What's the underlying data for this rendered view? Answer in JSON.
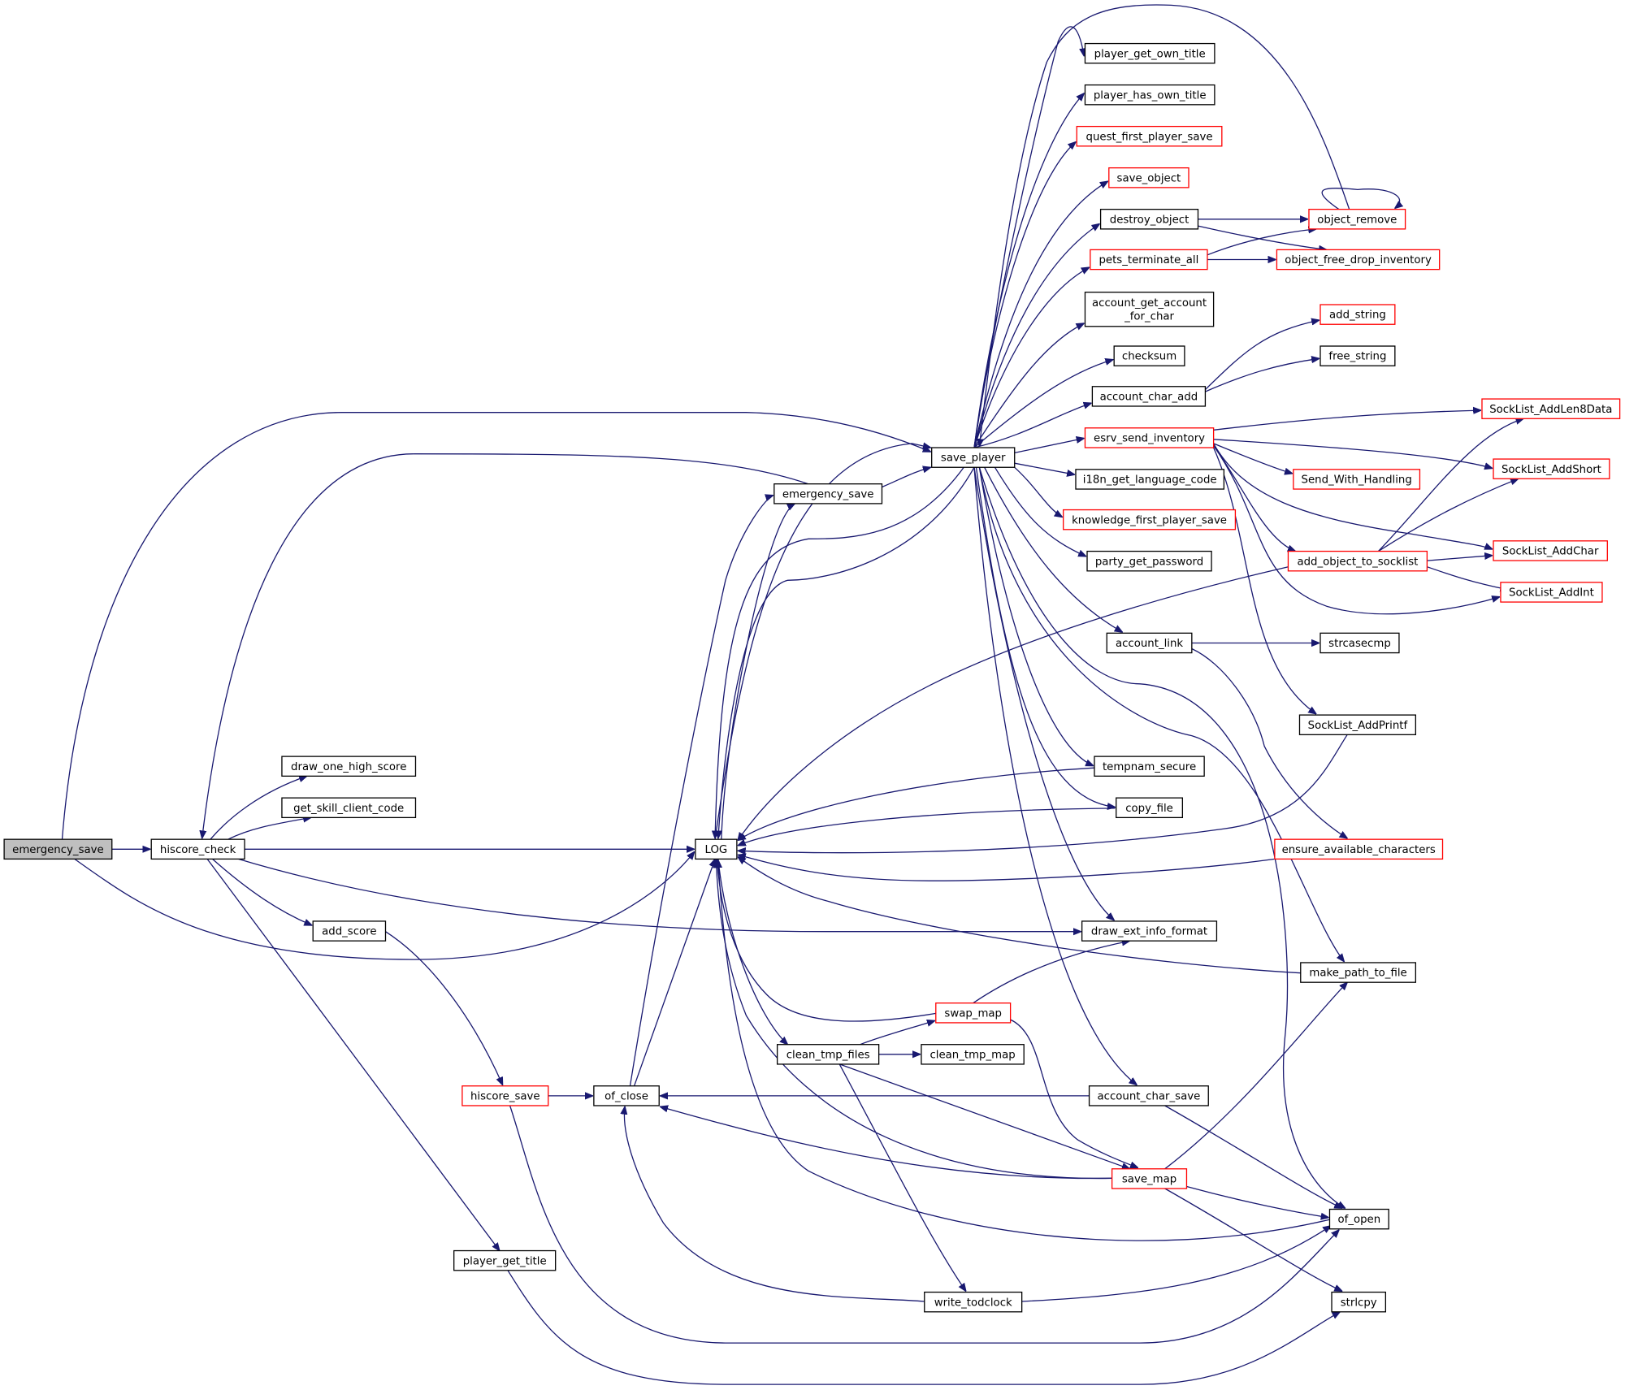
{
  "graph": {
    "edge_color": "#191970",
    "node_border_default": "#000000",
    "node_border_red": "#ff0000",
    "root_fill": "#bfbfbf",
    "nodes": [
      {
        "id": "root",
        "lines": [
          "emergency_save"
        ],
        "style": "root"
      },
      {
        "id": "hiscore_check",
        "lines": [
          "hiscore_check"
        ],
        "style": "black"
      },
      {
        "id": "draw_one_high_score",
        "lines": [
          "draw_one_high_score"
        ],
        "style": "black"
      },
      {
        "id": "get_skill_client_code",
        "lines": [
          "get_skill_client_code"
        ],
        "style": "black"
      },
      {
        "id": "add_score",
        "lines": [
          "add_score"
        ],
        "style": "black"
      },
      {
        "id": "hiscore_save",
        "lines": [
          "hiscore_save"
        ],
        "style": "red"
      },
      {
        "id": "player_get_title",
        "lines": [
          "player_get_title"
        ],
        "style": "black"
      },
      {
        "id": "of_close",
        "lines": [
          "of_close"
        ],
        "style": "black"
      },
      {
        "id": "LOG",
        "lines": [
          "LOG"
        ],
        "style": "black"
      },
      {
        "id": "emergency_save2",
        "lines": [
          "emergency_save"
        ],
        "style": "black"
      },
      {
        "id": "save_player",
        "lines": [
          "save_player"
        ],
        "style": "black"
      },
      {
        "id": "clean_tmp_files",
        "lines": [
          "clean_tmp_files"
        ],
        "style": "black"
      },
      {
        "id": "clean_tmp_map",
        "lines": [
          "clean_tmp_map"
        ],
        "style": "black"
      },
      {
        "id": "swap_map",
        "lines": [
          "swap_map"
        ],
        "style": "red"
      },
      {
        "id": "write_todclock",
        "lines": [
          "write_todclock"
        ],
        "style": "black"
      },
      {
        "id": "player_get_own_title",
        "lines": [
          "player_get_own_title"
        ],
        "style": "black"
      },
      {
        "id": "player_has_own_title",
        "lines": [
          "player_has_own_title"
        ],
        "style": "black"
      },
      {
        "id": "quest_first_player_save",
        "lines": [
          "quest_first_player_save"
        ],
        "style": "red"
      },
      {
        "id": "save_object",
        "lines": [
          "save_object"
        ],
        "style": "red"
      },
      {
        "id": "destroy_object",
        "lines": [
          "destroy_object"
        ],
        "style": "black"
      },
      {
        "id": "pets_terminate_all",
        "lines": [
          "pets_terminate_all"
        ],
        "style": "red"
      },
      {
        "id": "account_get_account_for_char",
        "lines": [
          "account_get_account",
          "_for_char"
        ],
        "style": "black"
      },
      {
        "id": "checksum",
        "lines": [
          "checksum"
        ],
        "style": "black"
      },
      {
        "id": "account_char_add",
        "lines": [
          "account_char_add"
        ],
        "style": "black"
      },
      {
        "id": "esrv_send_inventory",
        "lines": [
          "esrv_send_inventory"
        ],
        "style": "red"
      },
      {
        "id": "i18n_get_language_code",
        "lines": [
          "i18n_get_language_code"
        ],
        "style": "black"
      },
      {
        "id": "knowledge_first_player_save",
        "lines": [
          "knowledge_first_player_save"
        ],
        "style": "red"
      },
      {
        "id": "party_get_password",
        "lines": [
          "party_get_password"
        ],
        "style": "black"
      },
      {
        "id": "account_link",
        "lines": [
          "account_link"
        ],
        "style": "black"
      },
      {
        "id": "tempnam_secure",
        "lines": [
          "tempnam_secure"
        ],
        "style": "black"
      },
      {
        "id": "copy_file",
        "lines": [
          "copy_file"
        ],
        "style": "black"
      },
      {
        "id": "draw_ext_info_format",
        "lines": [
          "draw_ext_info_format"
        ],
        "style": "black"
      },
      {
        "id": "account_char_save",
        "lines": [
          "account_char_save"
        ],
        "style": "black"
      },
      {
        "id": "save_map",
        "lines": [
          "save_map"
        ],
        "style": "red"
      },
      {
        "id": "object_remove",
        "lines": [
          "object_remove"
        ],
        "style": "red"
      },
      {
        "id": "object_free_drop_inventory",
        "lines": [
          "object_free_drop_inventory"
        ],
        "style": "red"
      },
      {
        "id": "add_string",
        "lines": [
          "add_string"
        ],
        "style": "red"
      },
      {
        "id": "free_string",
        "lines": [
          "free_string"
        ],
        "style": "black"
      },
      {
        "id": "SockList_AddLen8Data",
        "lines": [
          "SockList_AddLen8Data"
        ],
        "style": "red"
      },
      {
        "id": "SockList_AddShort",
        "lines": [
          "SockList_AddShort"
        ],
        "style": "red"
      },
      {
        "id": "Send_With_Handling",
        "lines": [
          "Send_With_Handling"
        ],
        "style": "red"
      },
      {
        "id": "SockList_AddChar",
        "lines": [
          "SockList_AddChar"
        ],
        "style": "red"
      },
      {
        "id": "add_object_to_socklist",
        "lines": [
          "add_object_to_socklist"
        ],
        "style": "red"
      },
      {
        "id": "SockList_AddInt",
        "lines": [
          "SockList_AddInt"
        ],
        "style": "red"
      },
      {
        "id": "strcasecmp",
        "lines": [
          "strcasecmp"
        ],
        "style": "black"
      },
      {
        "id": "SockList_AddPrintf",
        "lines": [
          "SockList_AddPrintf"
        ],
        "style": "black"
      },
      {
        "id": "ensure_available_characters",
        "lines": [
          "ensure_available_characters"
        ],
        "style": "red"
      },
      {
        "id": "make_path_to_file",
        "lines": [
          "make_path_to_file"
        ],
        "style": "black"
      },
      {
        "id": "of_open",
        "lines": [
          "of_open"
        ],
        "style": "black"
      },
      {
        "id": "strlcpy",
        "lines": [
          "strlcpy"
        ],
        "style": "black"
      }
    ]
  }
}
